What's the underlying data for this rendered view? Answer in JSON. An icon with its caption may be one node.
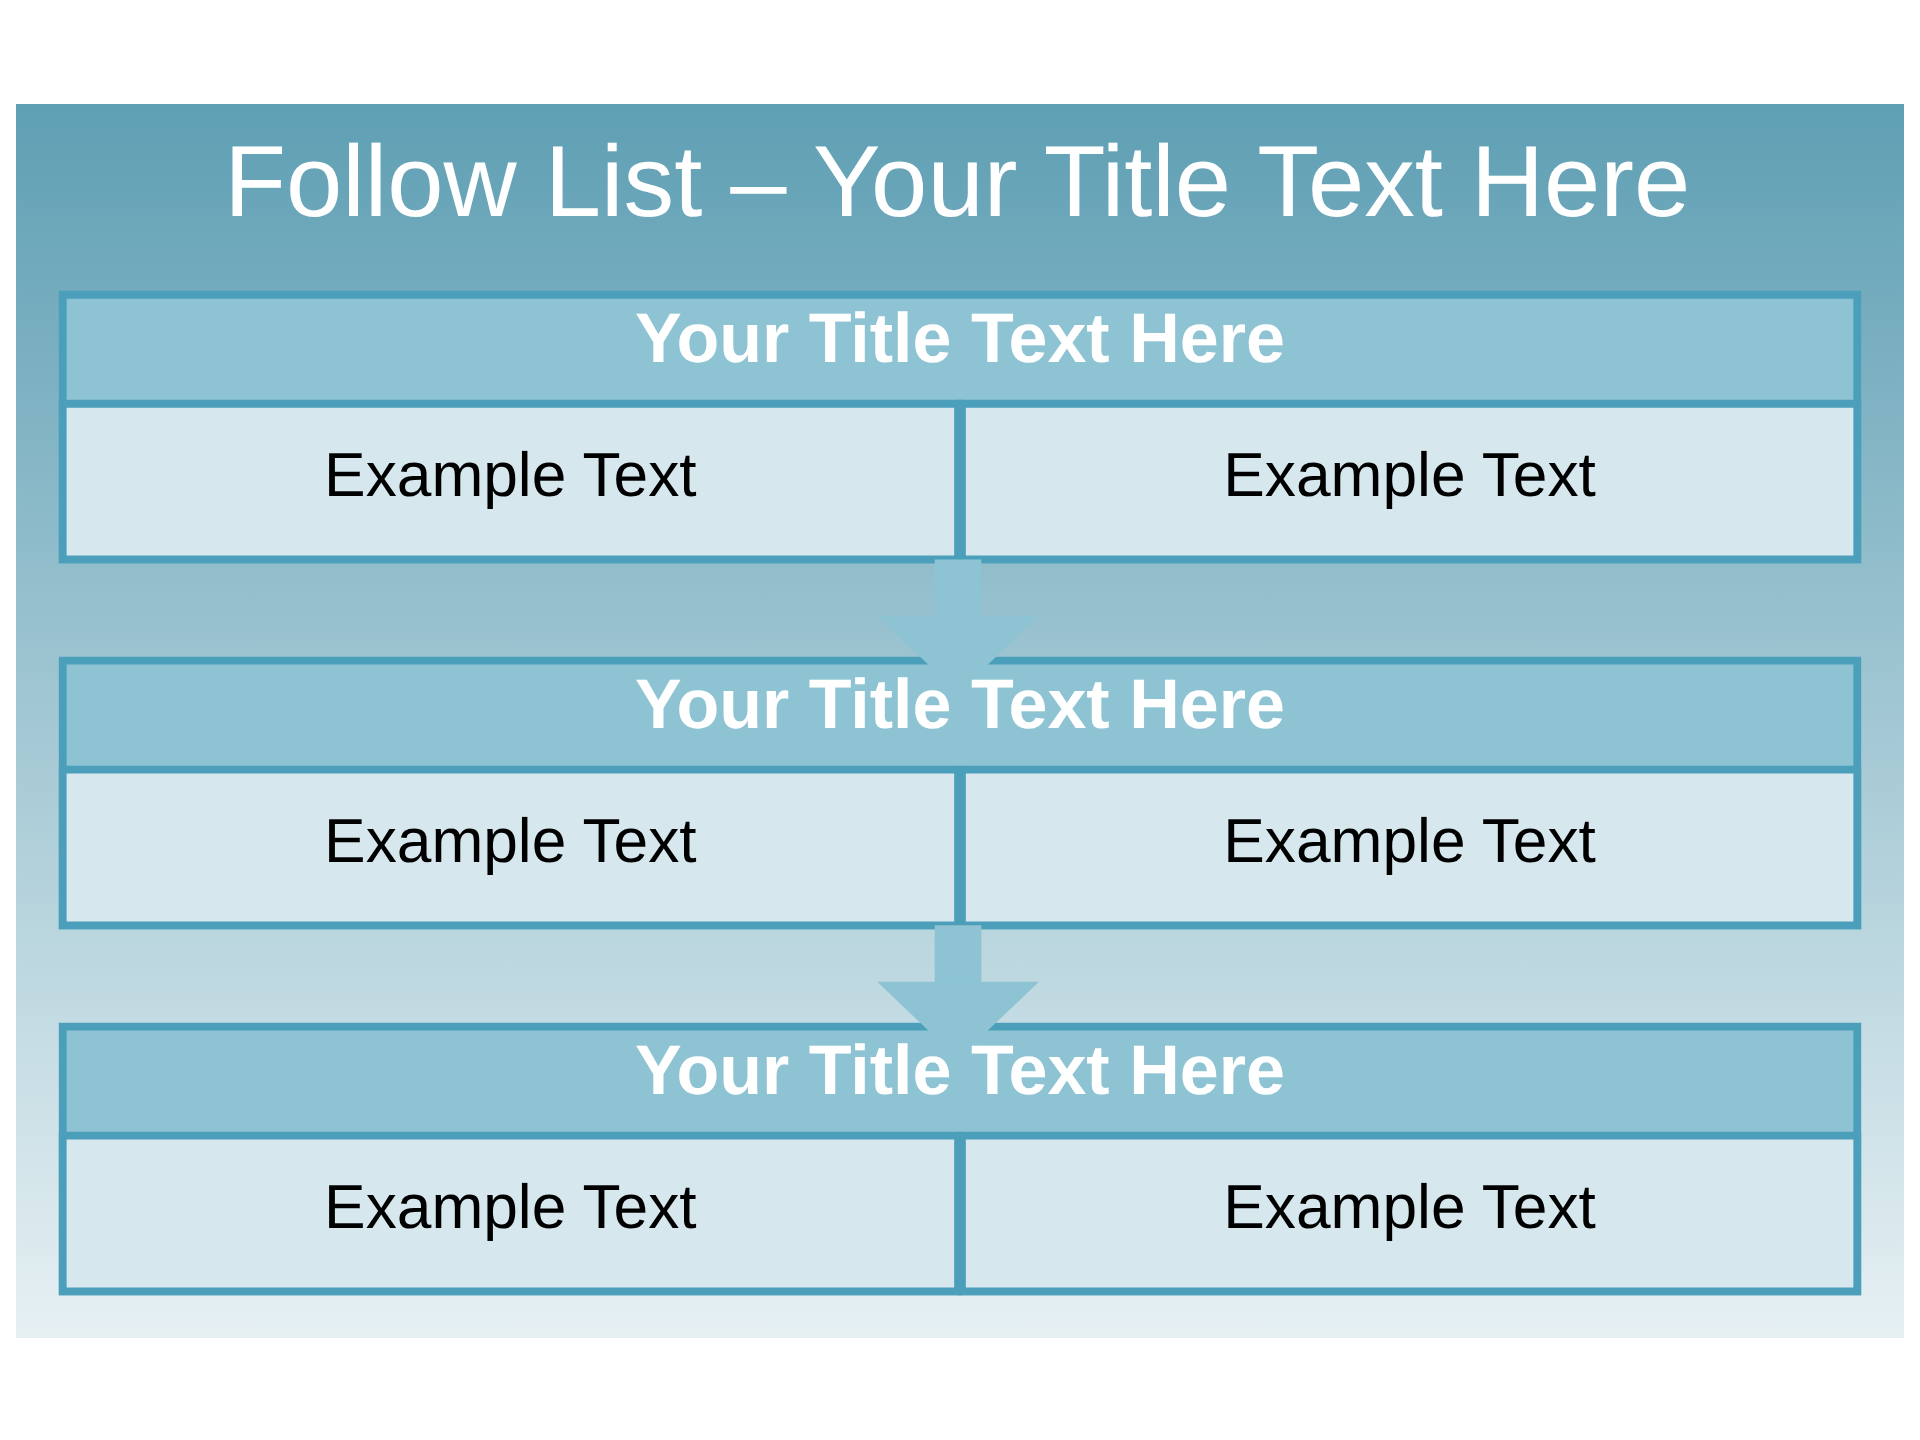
{
  "diagram": {
    "title": "Follow List – Your Title Text Here",
    "nodes": [
      {
        "text": [
          "Your Title Text Here"
        ]
      },
      {
        "text": [
          "Example Text"
        ],
        "in": 0
      },
      {
        "text": [
          "Example Text"
        ],
        "in": 0
      },
      {
        "text": [
          "Your Title Text Here"
        ]
      },
      {
        "text": [
          "Example Text"
        ],
        "in": 3
      },
      {
        "text": [
          "Example Text"
        ],
        "in": 3
      },
      {
        "text": [
          "Your Title Text Here"
        ]
      },
      {
        "text": [
          "Example Text"
        ],
        "in": 6
      },
      {
        "text": [
          "Example Text"
        ],
        "in": 6
      }
    ],
    "edges": [
      {
        "from": 0,
        "to": 3,
        "arrow": "to"
      },
      {
        "from": 3,
        "to": 6,
        "arrow": "to"
      }
    ]
  }
}
